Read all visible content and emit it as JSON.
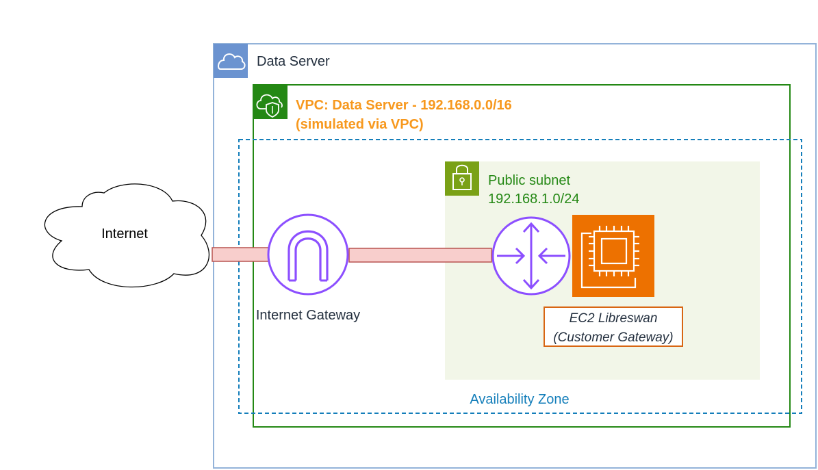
{
  "diagram": {
    "cloud_group": {
      "title": "Data Server",
      "icon": "cloud-icon"
    },
    "vpc": {
      "title_line1": "VPC: Data Server - 192.168.0.0/16",
      "title_line2": "(simulated via VPC)",
      "icon": "vpc-cloud-shield-icon",
      "color": "#248814",
      "title_color": "#f7981d"
    },
    "availability_zone": {
      "label": "Availability Zone",
      "color": "#147eba"
    },
    "public_subnet": {
      "title_line1": "Public subnet",
      "title_line2": "192.168.1.0/24",
      "icon": "padlock-icon",
      "color": "#7aa116"
    },
    "internet": {
      "label": "Internet",
      "icon": "cloud-shape"
    },
    "internet_gateway": {
      "label": "Internet Gateway",
      "icon": "internet-gateway-icon",
      "color": "#8c4fff"
    },
    "router": {
      "icon": "router-icon",
      "color": "#8c4fff"
    },
    "ec2_instance": {
      "label_line1": "EC2 Libreswan",
      "label_line2": "(Customer Gateway)",
      "icon": "ec2-chip-icon",
      "color": "#ed7100"
    },
    "connectors": {
      "color_fill": "#f8cecc",
      "color_stroke": "#b85450"
    }
  }
}
